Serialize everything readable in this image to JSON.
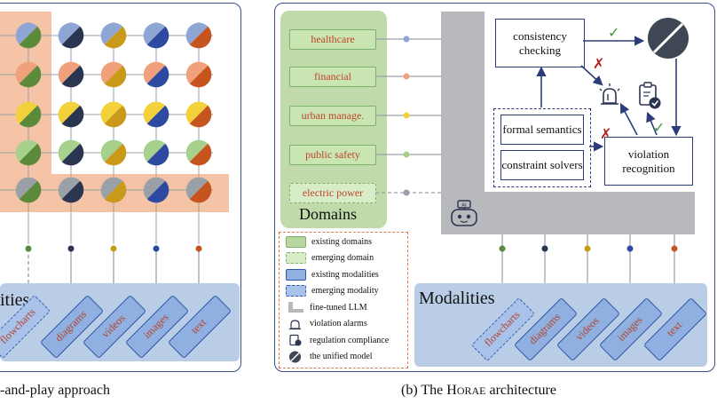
{
  "left_panel": {
    "caption": "-and-play approach",
    "modalities_partial": "ities",
    "modalities": [
      "flowcharts",
      "diagrams",
      "videos",
      "images",
      "text"
    ]
  },
  "right_panel": {
    "caption_prefix": "(b) The ",
    "caption_name_H": "H",
    "caption_name_rest": "ORAE",
    "caption_suffix": " architecture",
    "domains_title": "Domains",
    "domains": [
      "healthcare",
      "financial",
      "urban manage.",
      "public safety",
      "electric power"
    ],
    "blocks": {
      "consistency": "consistency checking",
      "formal": "formal semantics",
      "constraint": "constraint solvers",
      "violation": "violation recognition"
    },
    "modalities_title": "Modalities",
    "modalities": [
      "flowcharts",
      "diagrams",
      "videos",
      "images",
      "text"
    ]
  },
  "legend": [
    {
      "label": "existing domains",
      "swatch": "existing-domain-swatch"
    },
    {
      "label": "emerging domain",
      "swatch": "emerging-domain-swatch"
    },
    {
      "label": "existing modalities",
      "swatch": "existing-modality-swatch"
    },
    {
      "label": "emerging modality",
      "swatch": "emerging-modality-swatch"
    },
    {
      "label": "fine-tuned LLM",
      "swatch": "llm-swatch"
    },
    {
      "label": "violation alarms",
      "swatch": "alarm-icon"
    },
    {
      "label": "regulation compliance",
      "swatch": "compliance-icon"
    },
    {
      "label": "the unified model",
      "swatch": "unified-model-icon"
    }
  ],
  "robot_badge": "AI",
  "colors": {
    "domain_dots": [
      "#8fa6d4",
      "#f0a07a",
      "#f2d13a",
      "#a8d08d",
      "#9aa0a8"
    ],
    "modality_dots": [
      "#5a8a3a",
      "#2a3550",
      "#c99a1a",
      "#2d4aa0",
      "#c6541e"
    ],
    "panel_border": "#3c4f8c",
    "highlight": "#f5c4a6"
  },
  "checks": [
    "✓",
    "✓"
  ],
  "crosses": [
    "✗",
    "✗"
  ]
}
